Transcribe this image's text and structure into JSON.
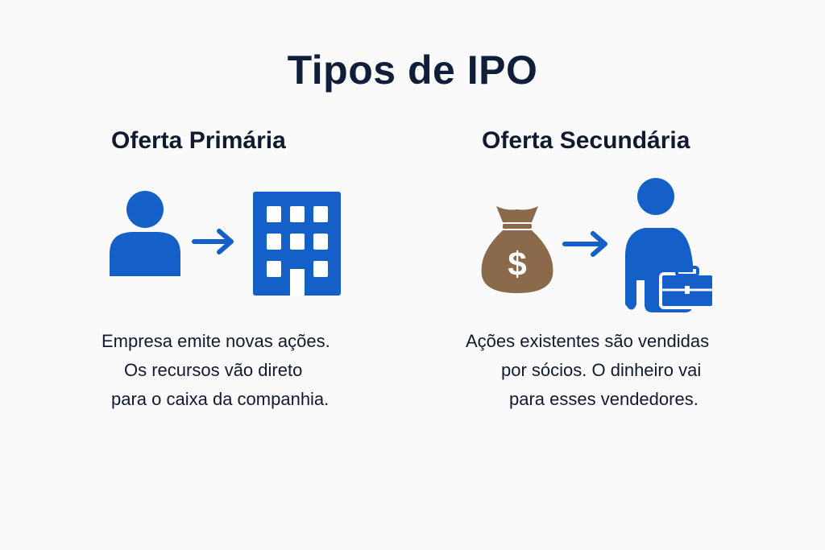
{
  "title": "Tipos de IPO",
  "colors": {
    "blue": "#1460c8",
    "bag": "#8a6a4a",
    "text": "#111a2e"
  },
  "primary": {
    "heading": "Oferta Primária",
    "icons": [
      "person-icon",
      "arrow-right-icon",
      "building-icon"
    ],
    "lines": [
      "Empresa emite novas ações.",
      "Os recursos vão direto",
      "para o caixa da companhia."
    ]
  },
  "secondary": {
    "heading": "Oferta Secundária",
    "icons": [
      "money-bag-icon",
      "arrow-right-icon",
      "person-briefcase-icon"
    ],
    "lines": [
      "Ações existentes são vendidas",
      "por sócios. O dinheiro vai",
      "para esses vendedores."
    ]
  }
}
